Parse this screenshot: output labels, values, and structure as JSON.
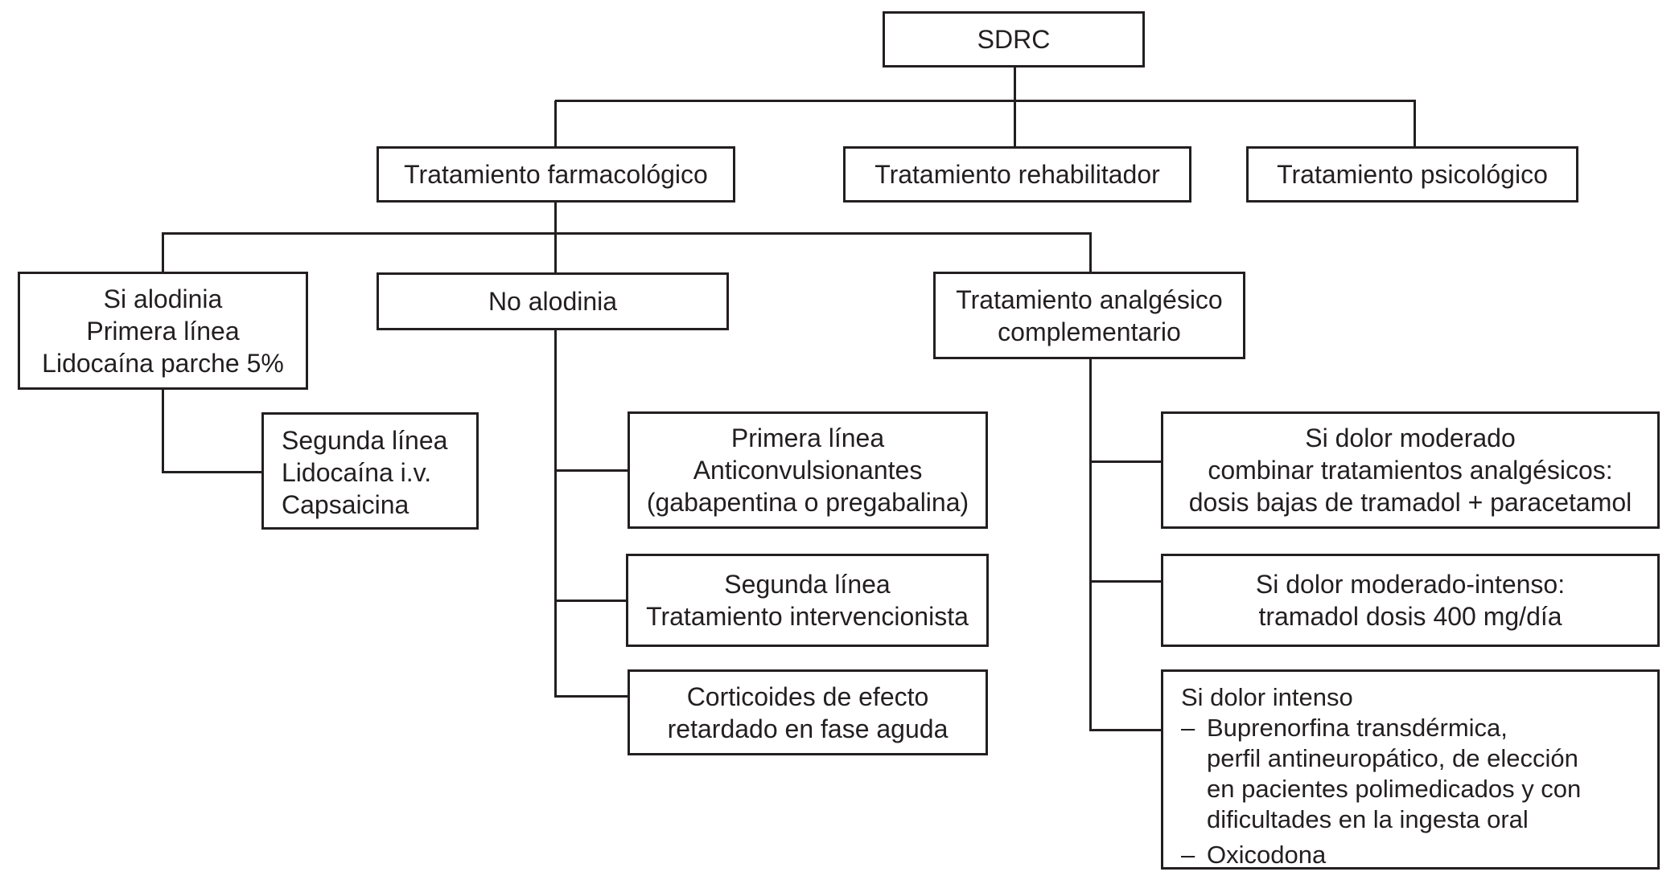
{
  "diagram_title": "SDRC treatment algorithm flowchart",
  "colors": {
    "line": "#231f20",
    "box_fill": "#ffffff",
    "background": "#ffffff"
  },
  "nodes": {
    "sdrc": {
      "label": "SDRC"
    },
    "farmacologico": {
      "label": "Tratamiento farmacológico"
    },
    "rehabilitador": {
      "label": "Tratamiento rehabilitador"
    },
    "psicologico": {
      "label": "Tratamiento psicológico"
    },
    "si_alodinia": {
      "lines": [
        "Si alodinia",
        "Primera línea",
        "Lidocaína parche 5%"
      ]
    },
    "no_alodinia": {
      "label": "No alodinia"
    },
    "analgesico": {
      "lines": [
        "Tratamiento analgésico",
        "complementario"
      ]
    },
    "segunda_lidocaina": {
      "lines": [
        "Segunda línea",
        "Lidocaína i.v.",
        "Capsaicina"
      ]
    },
    "primera_anticonvulsionantes": {
      "lines": [
        "Primera línea",
        "Anticonvulsionantes",
        "(gabapentina o pregabalina)"
      ]
    },
    "segunda_intervencionista": {
      "lines": [
        "Segunda línea",
        "Tratamiento intervencionista"
      ]
    },
    "corticoides": {
      "lines": [
        "Corticoides de efecto",
        "retardado en fase aguda"
      ]
    },
    "dolor_moderado": {
      "lines": [
        "Si dolor moderado",
        "combinar tratamientos analgésicos:",
        "dosis bajas de tramadol + paracetamol"
      ]
    },
    "dolor_moderado_intenso": {
      "lines": [
        "Si dolor moderado-intenso:",
        "tramadol dosis 400 mg/día"
      ]
    },
    "dolor_intenso": {
      "title": "Si dolor intenso",
      "bullets": [
        {
          "marker": "–",
          "lines": [
            "Buprenorfina transdérmica,",
            "perfil antineuropático, de elección",
            "en pacientes polimedicados y con",
            "dificultades en la ingesta oral"
          ]
        },
        {
          "marker": "–",
          "lines": [
            "Oxicodona"
          ]
        }
      ]
    }
  },
  "edges": [
    [
      "sdrc",
      "farmacologico"
    ],
    [
      "sdrc",
      "rehabilitador"
    ],
    [
      "sdrc",
      "psicologico"
    ],
    [
      "farmacologico",
      "si_alodinia"
    ],
    [
      "farmacologico",
      "no_alodinia"
    ],
    [
      "farmacologico",
      "analgesico"
    ],
    [
      "si_alodinia",
      "segunda_lidocaina"
    ],
    [
      "no_alodinia",
      "primera_anticonvulsionantes"
    ],
    [
      "no_alodinia",
      "segunda_intervencionista"
    ],
    [
      "no_alodinia",
      "corticoides"
    ],
    [
      "analgesico",
      "dolor_moderado"
    ],
    [
      "analgesico",
      "dolor_moderado_intenso"
    ],
    [
      "analgesico",
      "dolor_intenso"
    ]
  ]
}
